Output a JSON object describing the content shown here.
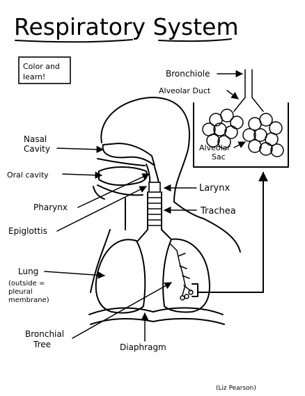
{
  "title": "Respiratory System",
  "note_line1": "Color and",
  "note_line2": "learn!",
  "credit": "(Liz Pearson)",
  "labels": {
    "nasal_cavity_1": "Nasal",
    "nasal_cavity_2": "Cavity",
    "oral_cavity": "Oral cavity",
    "pharynx": "Pharynx",
    "epiglottis": "Epiglottis",
    "lung_1": "Lung",
    "lung_2": "(outside =",
    "lung_3": "pleural",
    "lung_4": "membrane)",
    "bronchial_tree_1": "Bronchial",
    "bronchial_tree_2": "Tree",
    "diaphragm": "Diaphragm",
    "larynx": "Larynx",
    "trachea": "Trachea",
    "bronchiole": "Bronchiole",
    "alveolar_duct": "Alveolar Duct",
    "alveolar_sac_1": "Alveolar",
    "alveolar_sac_2": "Sac"
  }
}
